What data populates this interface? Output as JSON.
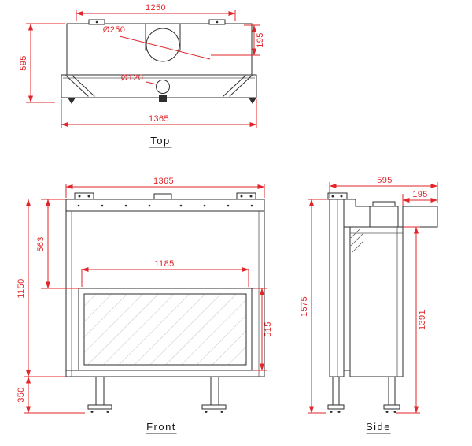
{
  "document": {
    "type": "fireplace-technical-drawing"
  },
  "colors": {
    "dimension": "#e0262a",
    "outline": "#2e2e2e",
    "glass_hatch": "#c4c4c4"
  },
  "views": {
    "top": {
      "label": "Top",
      "dims": {
        "inner_width": "1250",
        "flue_offset": "195",
        "depth": "595",
        "flue_diameter": "Ø250",
        "inlet_diameter": "Ø120",
        "overall_width": "1365"
      }
    },
    "front": {
      "label": "Front",
      "dims": {
        "overall_width": "1365",
        "top_section_height": "563",
        "body_height": "1150",
        "glass_width": "1185",
        "glass_height": "515",
        "leg_height": "350"
      }
    },
    "side": {
      "label": "Side",
      "dims": {
        "depth": "595",
        "rear_offset": "195",
        "overall_height": "1575",
        "body_height": "1391"
      }
    }
  }
}
